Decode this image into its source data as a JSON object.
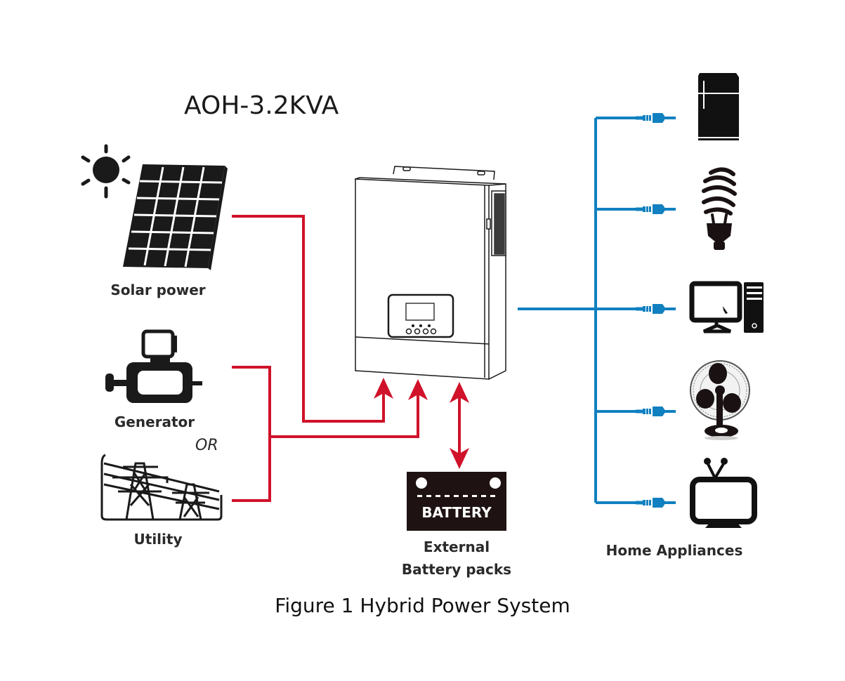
{
  "diagram": {
    "model_title": "AOH-3.2KVA",
    "caption": "Figure 1 Hybrid Power System",
    "colors": {
      "input_wire": "#d0122a",
      "output_wire": "#1080c0",
      "icon": "#1a1a1a",
      "battery_text": "#ffffff"
    },
    "inputs": [
      {
        "label": "Solar power",
        "icon": "solar-panel-icon"
      },
      {
        "label": "Generator",
        "icon": "generator-icon"
      },
      {
        "label": "Utility",
        "icon": "power-tower-icon"
      }
    ],
    "or_label": "OR",
    "center": {
      "label": "Inverter",
      "icon": "inverter-icon"
    },
    "battery": {
      "badge": "BATTERY",
      "label_line1": "External",
      "label_line2": "Battery packs"
    },
    "outputs": {
      "label": "Home Appliances",
      "items": [
        {
          "name": "Refrigerator",
          "icon": "refrigerator-icon"
        },
        {
          "name": "Light bulb",
          "icon": "cfl-bulb-icon"
        },
        {
          "name": "Computer",
          "icon": "computer-icon"
        },
        {
          "name": "Fan",
          "icon": "fan-icon"
        },
        {
          "name": "Television",
          "icon": "tv-icon"
        }
      ]
    }
  }
}
